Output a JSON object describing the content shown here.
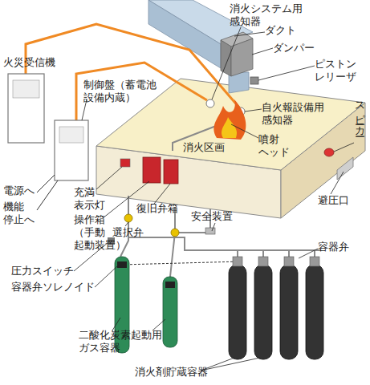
{
  "diagram": {
    "labels": [
      "消火システム用 感知器",
      "ダクト",
      "ダンパー",
      "ピストン レリーザ",
      "火災受信機",
      "制御盤（蓄電池 設備内蔵）",
      "スピーカー",
      "自火報設備用 感知器",
      "電源へ",
      "機能 停止へ",
      "消火区画",
      "噴射 ヘッド",
      "充満 表示灯",
      "避圧口",
      "操作箱 （手動 起動装置）",
      "復旧弁箱",
      "選択弁",
      "安全装置",
      "圧力スイッチ",
      "容器弁",
      "容器弁ソレノイド",
      "二酸化炭素起動用 ガス容器",
      "消火剤貯蔵容器"
    ]
  }
}
